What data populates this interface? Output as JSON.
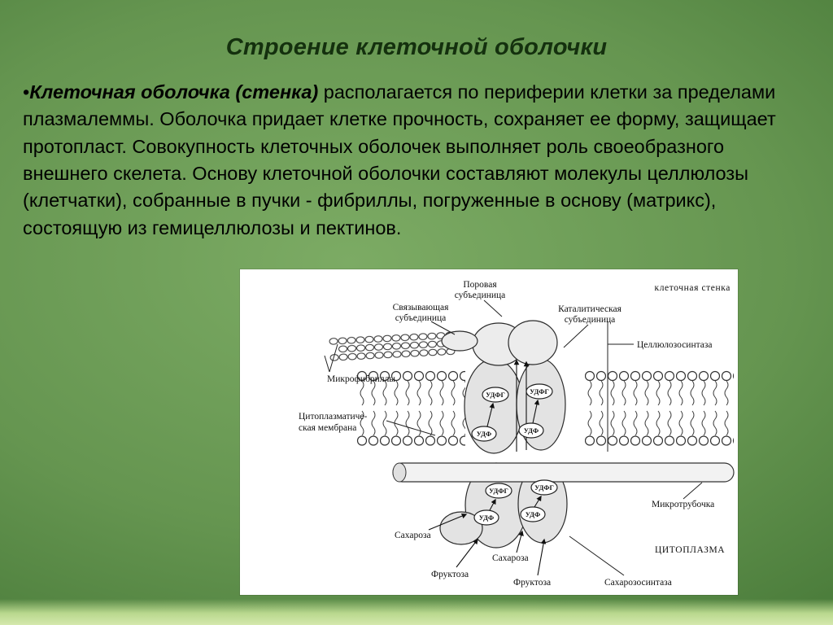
{
  "slide": {
    "title": "Строение клеточной оболочки",
    "bullet_marker": "•",
    "paragraph": {
      "lead_bold": "Клеточная оболочка (стенка)",
      "rest": " располагается по периферии клетки за пределами плазмалеммы. Оболочка придает клетке прочность, сохраняет ее форму, защищает протопласт. Совокупность клеточных оболочек выполняет роль своеобразного внешнего скелета. Основу клеточной оболочки составляют молекулы целлюлозы (клетчатки), собранные в пучки - фибриллы, погруженные в основу (матрикс), состоящую из гемицеллюлозы и пектинов."
    }
  },
  "diagram": {
    "labels": {
      "cell_wall": "клеточная стенка",
      "pore_subunit_1": "Поровая",
      "pore_subunit_2": "субъединица",
      "binding_subunit_1": "Связывающая",
      "binding_subunit_2": "субъединица",
      "catalytic_subunit_1": "Каталитическая",
      "catalytic_subunit_2": "субъединица",
      "cellulose_synthase": "Целлюлозосинтаза",
      "microfibrils": "Микрофибриллы",
      "cytoplasmic_membrane_1": "Цитоплазматиче-",
      "cytoplasmic_membrane_2": "ская мембрана",
      "microtubule": "Микротрубочка",
      "cytoplasm": "ЦИТОПЛАЗМА",
      "sucrose_1": "Сахароза",
      "sucrose_2": "Сахароза",
      "fructose_1": "Фруктоза",
      "fructose_2": "Фруктоза",
      "sucrose_synthase": "Сахарозосинтаза"
    },
    "nodes": {
      "udpg": "УДФГ",
      "udp": "УДФ"
    }
  },
  "colors": {
    "background_center": "#7cab64",
    "background_edge": "#2a5626",
    "bottom_band": "#d5e8ad",
    "title_text": "#14300e",
    "body_text": "#000000",
    "diagram_background": "#ffffff",
    "diagram_ink": "#1a1a1a"
  }
}
